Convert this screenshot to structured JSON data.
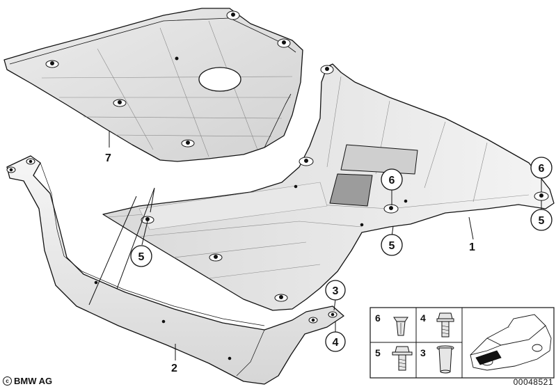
{
  "callouts": {
    "part7": "7",
    "part1": "1",
    "part2": "2",
    "c5_left": "5",
    "c6_mid": "6",
    "c5_mid": "5",
    "c6_right": "6",
    "c5_right": "5",
    "c3": "3",
    "c4": "4"
  },
  "legend": {
    "items": [
      {
        "num": "6",
        "icon": "push-nut-icon"
      },
      {
        "num": "4",
        "icon": "hex-bolt-icon"
      },
      {
        "num": "5",
        "icon": "flange-screw-icon"
      },
      {
        "num": "3",
        "icon": "expansion-nut-icon"
      }
    ],
    "vehicle": "car-location-icon"
  },
  "footer": {
    "copyright": "BMW AG",
    "doc_number": "00048521"
  },
  "colors": {
    "line": "#111111",
    "shade_light": "#f2f2f2",
    "shade_mid": "#dcdcdc",
    "shade_dark": "#b5b5b5"
  }
}
